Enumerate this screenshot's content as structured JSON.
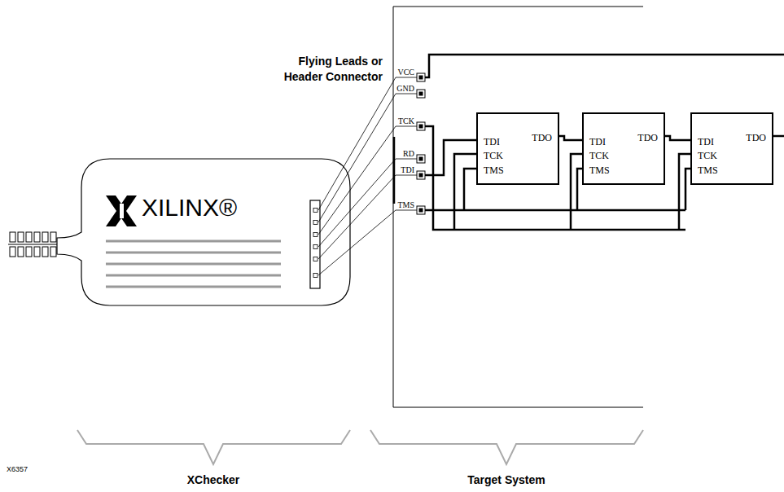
{
  "diagram": {
    "nodes": [
      {
        "text": [
          "TDI",
          "TDO",
          "TCK",
          "TMS"
        ]
      },
      {
        "text": [
          "TDI",
          "TDO",
          "TCK",
          "TMS"
        ]
      },
      {
        "text": [
          "TDI",
          "TDO",
          "TCK",
          "TMS"
        ]
      }
    ],
    "edges": [
      {
        "from": 0,
        "to": 1,
        "arrow": "none"
      },
      {
        "from": 1,
        "to": 2,
        "arrow": "none"
      }
    ],
    "labels": [
      "Flying Leads or Header Connector",
      "VCC",
      "GND",
      "TCK",
      "RD",
      "TDI",
      "TMS",
      "XILINX®",
      "XChecker",
      "Target System",
      "X6357"
    ]
  }
}
